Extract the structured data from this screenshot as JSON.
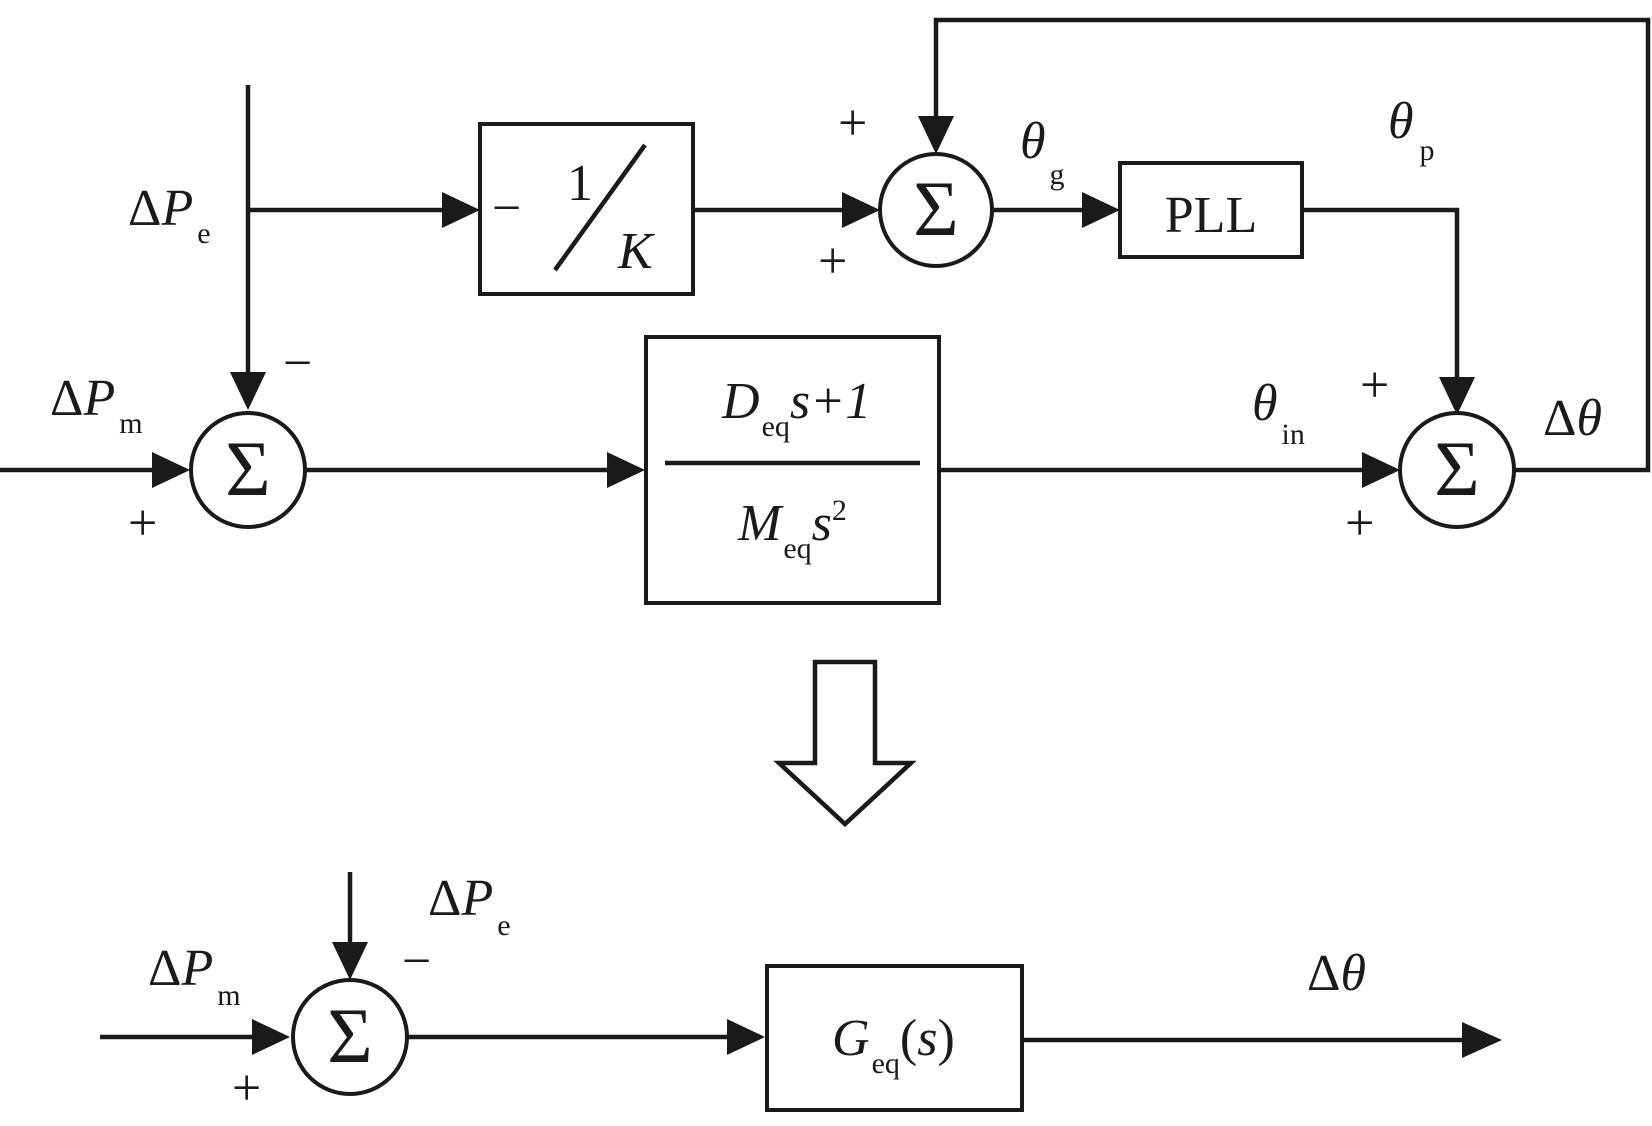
{
  "top_diagram": {
    "delta_pe": {
      "prefix": "Δ",
      "var": "P",
      "sub": "e"
    },
    "delta_pm": {
      "prefix": "Δ",
      "var": "P",
      "sub": "m"
    },
    "gain_block": {
      "minus": "−",
      "num": "1",
      "den": "K"
    },
    "sum_symbol": "Σ",
    "theta_g": {
      "var": "θ",
      "sub": "g"
    },
    "theta_p": {
      "var": "θ",
      "sub": "p"
    },
    "theta_in": {
      "var": "θ",
      "sub": "in"
    },
    "pll_label": "PLL",
    "tf_block": {
      "num_var": "D",
      "num_sub": "eq",
      "num_rest": "s+1",
      "den_var": "M",
      "den_sub": "eq",
      "den_s": "s",
      "den_exp": "2"
    },
    "delta_theta": {
      "prefix": "Δ",
      "var": "θ"
    },
    "plus": "+",
    "minus": "−"
  },
  "bottom_diagram": {
    "delta_pe": {
      "prefix": "Δ",
      "var": "P",
      "sub": "e"
    },
    "delta_pm": {
      "prefix": "Δ",
      "var": "P",
      "sub": "m"
    },
    "sum_symbol": "Σ",
    "geq_block": {
      "var": "G",
      "sub": "eq",
      "open": "(",
      "arg": "s",
      "close": ")"
    },
    "delta_theta": {
      "prefix": "Δ",
      "var": "θ"
    },
    "plus": "+",
    "minus": "−"
  }
}
